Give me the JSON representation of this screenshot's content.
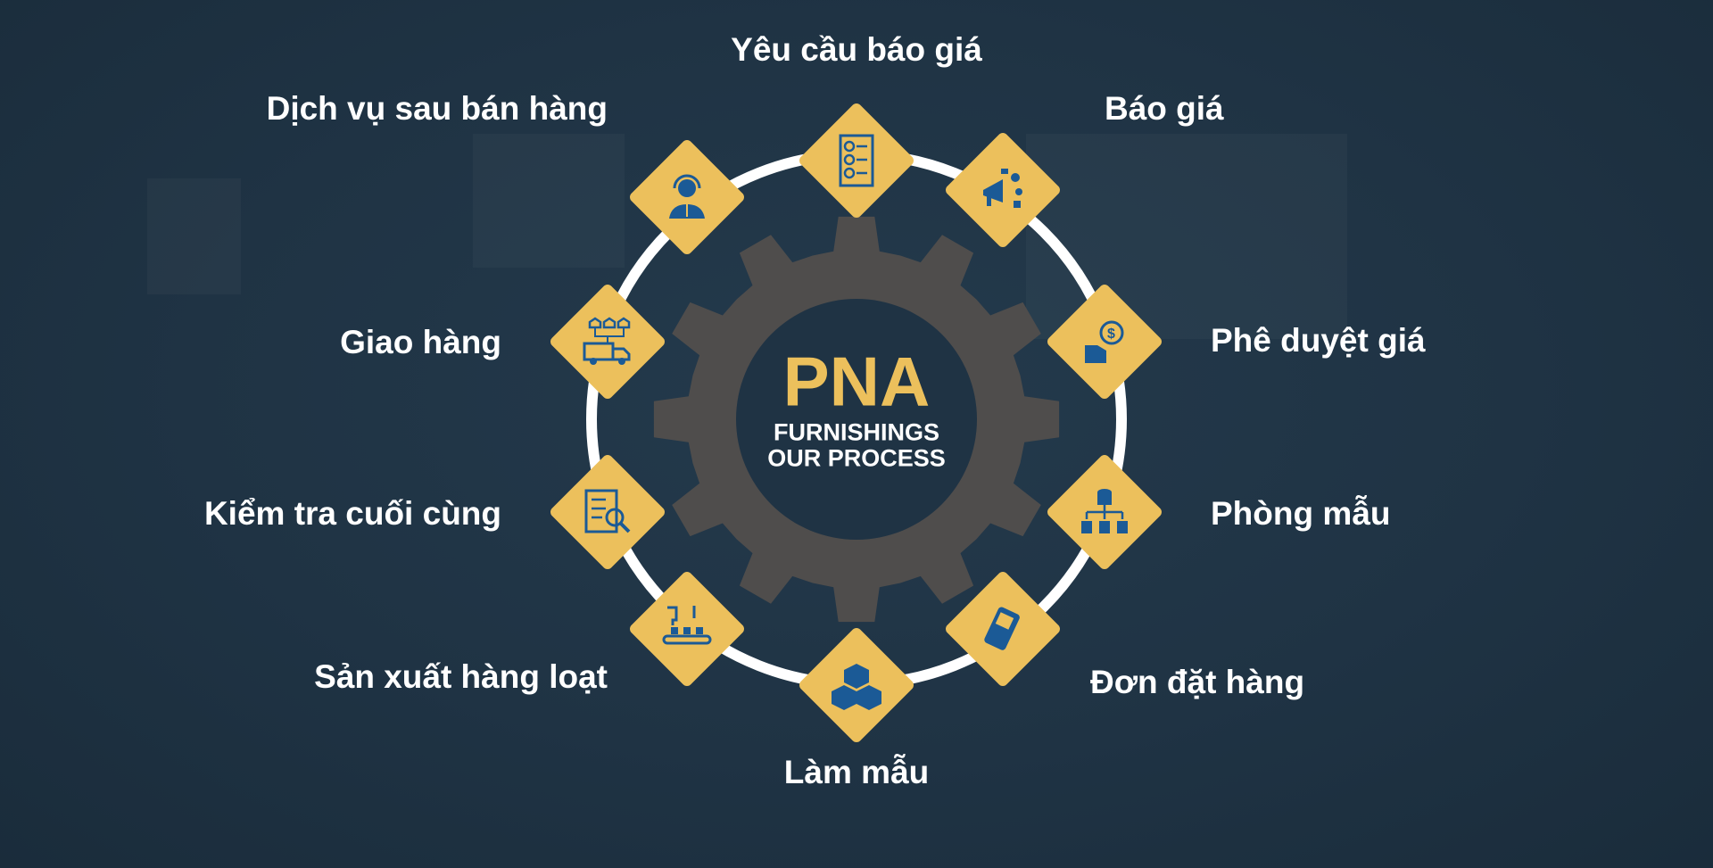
{
  "center": {
    "brand": "PNA",
    "line1": "FURNISHINGS",
    "line2": "OUR PROCESS"
  },
  "steps": [
    {
      "label": "Yêu cầu báo giá",
      "icon": "quote-document-icon"
    },
    {
      "label": "Báo giá",
      "icon": "megaphone-promotion-icon"
    },
    {
      "label": "Phê duyệt giá",
      "icon": "price-approval-icon"
    },
    {
      "label": "Phòng mẫu",
      "icon": "database-hierarchy-icon"
    },
    {
      "label": "Đơn đặt hàng",
      "icon": "payment-terminal-icon"
    },
    {
      "label": "Làm mẫu",
      "icon": "boxes-icon"
    },
    {
      "label": "Sản xuất hàng loạt",
      "icon": "conveyor-production-icon"
    },
    {
      "label": "Kiểm tra cuối cùng",
      "icon": "inspection-checklist-icon"
    },
    {
      "label": "Giao hàng",
      "icon": "delivery-truck-icon"
    },
    {
      "label": "Dịch vụ sau bán hàng",
      "icon": "customer-support-icon"
    }
  ],
  "colors": {
    "background": "#1f3344",
    "accent": "#ecc05c",
    "gear": "#4f4d4c",
    "icon": "#1b5a96",
    "ring": "#ffffff"
  }
}
